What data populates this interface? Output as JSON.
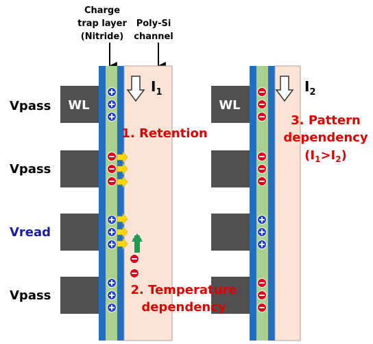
{
  "labels": {
    "charge_trap": [
      "Charge",
      "trap layer",
      "(Nitride)"
    ],
    "channel": [
      "Poly-Si",
      "channel"
    ],
    "wl": "WL",
    "current_1": "I",
    "current_1_sub": "1",
    "current_2": "I",
    "current_2_sub": "2"
  },
  "voltages": [
    {
      "text": "Vpass",
      "color": "#000000"
    },
    {
      "text": "Vpass",
      "color": "#000000"
    },
    {
      "text": "Vread",
      "color": "#1a1aa6"
    },
    {
      "text": "Vpass",
      "color": "#000000"
    }
  ],
  "annotations": {
    "retention": "1. Retention",
    "temperature_1": "2. Temperature",
    "temperature_2": "dependency",
    "pattern_1": "3. Pattern",
    "pattern_2": "dependency",
    "pattern_3_open": "(I",
    "pattern_3_sub1": "1",
    "pattern_3_mid": ">I",
    "pattern_3_sub2": "2",
    "pattern_3_close": ")"
  },
  "colors": {
    "blocking_oxide": "#1f6fc5",
    "nitride": "#a9d08e",
    "channel": "#fbe4d5",
    "wordline": "#505050",
    "annotation_red": "#e00000",
    "electron": "#e0001a",
    "hole": "#1f3fd0",
    "arrow_yellow": "#ffd700",
    "arrow_green": "#1e9b50"
  },
  "cells": {
    "left": [
      "hole",
      "electron",
      "hole",
      "hole"
    ],
    "right": [
      "electron",
      "electron",
      "hole",
      "electron"
    ]
  }
}
